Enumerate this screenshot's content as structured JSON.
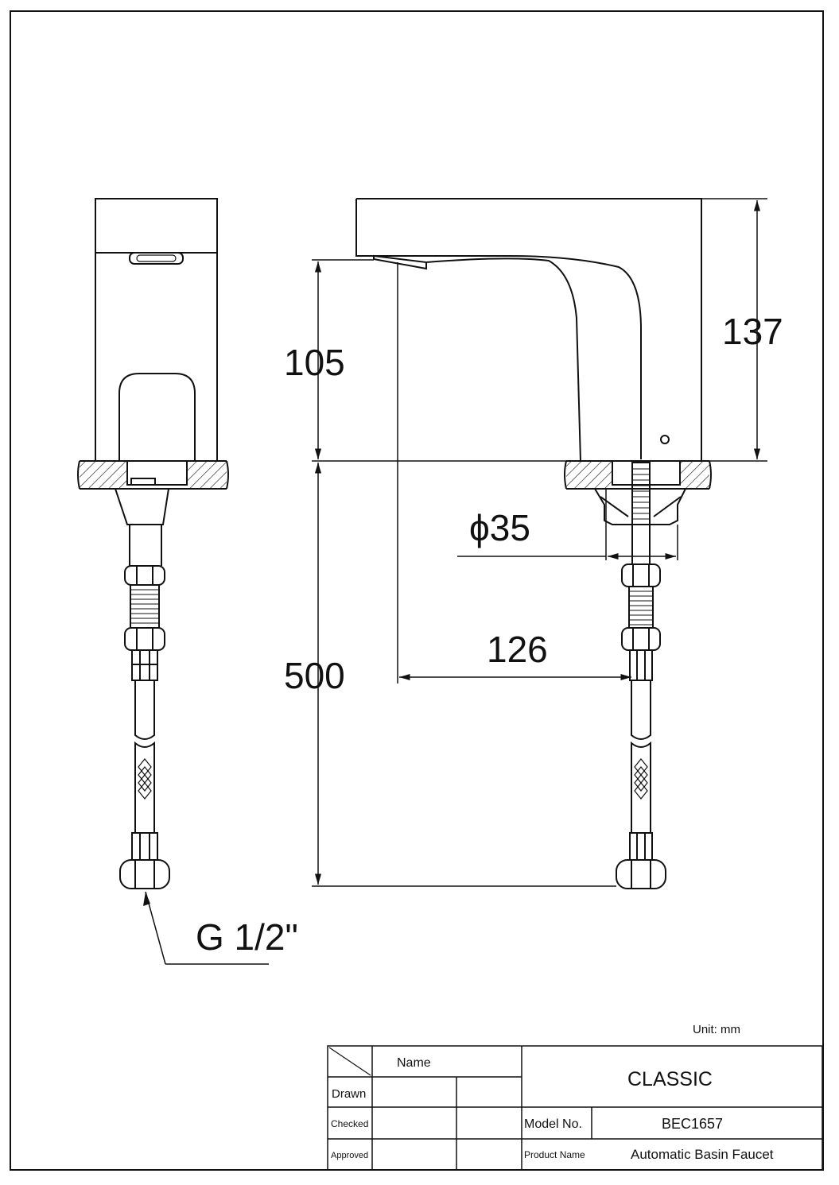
{
  "dimensions": {
    "height_total": "137",
    "spout_height": "105",
    "hose_length": "500",
    "spout_reach": "126",
    "base_diameter": "ϕ35",
    "connection": "G 1/2\""
  },
  "title_block": {
    "unit": "Unit: mm",
    "name_header": "Name",
    "drawn_label": "Drawn",
    "checked_label": "Checked",
    "approved_label": "Approved",
    "series": "CLASSIC",
    "model_label": "Model No.",
    "model_value": "BEC1657",
    "product_label": "Product Name",
    "product_value": "Automatic Basin Faucet"
  }
}
